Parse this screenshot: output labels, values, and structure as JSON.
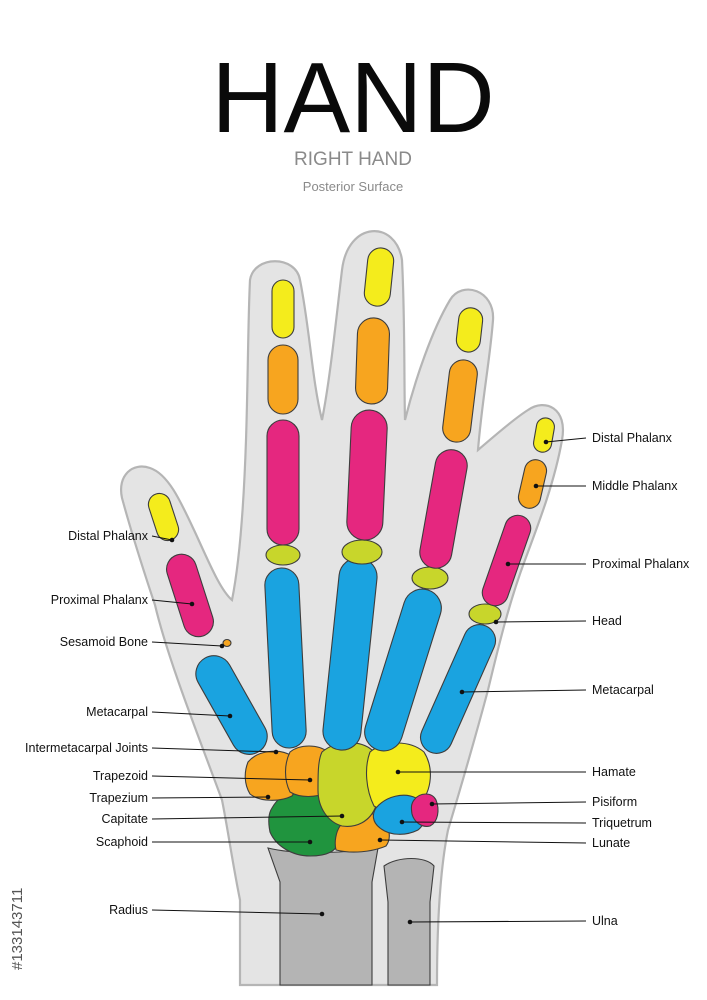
{
  "header": {
    "title": "HAND",
    "subtitle": "RIGHT HAND",
    "caption": "Posterior Surface"
  },
  "colors": {
    "skin": "#e4e4e4",
    "skin_outline": "#b5b5b5",
    "distal_phalanx": "#f4ec1c",
    "middle_phalanx": "#f7a51f",
    "proximal_phalanx": "#e5277f",
    "joint_head": "#c8d62b",
    "metacarpal": "#1aa3e0",
    "trapezoid": "#f7a51f",
    "trapezium": "#f7a51f",
    "capitate": "#c8d62b",
    "hamate": "#f4ec1c",
    "scaphoid": "#20943e",
    "lunate": "#f7a51f",
    "triquetrum": "#1aa3e0",
    "pisiform": "#e5277f",
    "radius": "#b4b4b4",
    "ulna": "#b4b4b4"
  },
  "labels": {
    "left": {
      "distal_phalanx": "Distal Phalanx",
      "proximal_phalanx": "Proximal Phalanx",
      "sesamoid_bone": "Sesamoid Bone",
      "metacarpal": "Metacarpal",
      "intermetacarpal_joints": "Intermetacarpal Joints",
      "trapezoid": "Trapezoid",
      "trapezium": "Trapezium",
      "capitate": "Capitate",
      "scaphoid": "Scaphoid",
      "radius": "Radius"
    },
    "right": {
      "distal_phalanx": "Distal Phalanx",
      "middle_phalanx": "Middle Phalanx",
      "proximal_phalanx": "Proximal Phalanx",
      "head": "Head",
      "metacarpal": "Metacarpal",
      "hamate": "Hamate",
      "pisiform": "Pisiform",
      "triquetrum": "Triquetrum",
      "lunate": "Lunate",
      "ulna": "Ulna"
    }
  },
  "stock_id": "#133143711"
}
